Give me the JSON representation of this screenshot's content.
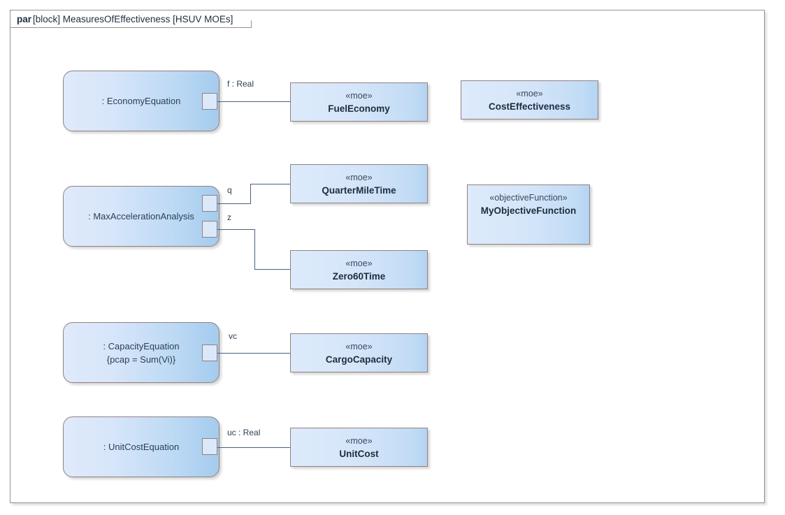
{
  "diagram": {
    "header": {
      "kind": "par",
      "rest": "[block] MeasuresOfEffectiveness [HSUV MOEs]"
    },
    "colors": {
      "frame_border": "#9c9090",
      "block_border": "#93807f",
      "connector": "#4a5f82",
      "text": "#2b3f54",
      "block_fill_light": "#dfeafb",
      "block_fill_dark": "#a4cbee"
    }
  },
  "constraint_blocks": [
    {
      "name": ": EconomyEquation",
      "constraint": ""
    },
    {
      "name": ": MaxAccelerationAnalysis",
      "constraint": ""
    },
    {
      "name": ": CapacityEquation",
      "constraint": "{pcap = Sum(Vi)}"
    },
    {
      "name": ": UnitCostEquation",
      "constraint": ""
    }
  ],
  "ports": [
    {
      "label": "f : Real"
    },
    {
      "label": "q"
    },
    {
      "label": "z"
    },
    {
      "label": "vc"
    },
    {
      "label": "uc : Real"
    }
  ],
  "moe_blocks": [
    {
      "stereotype": "«moe»",
      "name": "FuelEconomy"
    },
    {
      "stereotype": "«moe»",
      "name": "CostEffectiveness"
    },
    {
      "stereotype": "«moe»",
      "name": "QuarterMileTime"
    },
    {
      "stereotype": "«objectiveFunction»",
      "name": "MyObjectiveFunction"
    },
    {
      "stereotype": "«moe»",
      "name": "Zero60Time"
    },
    {
      "stereotype": "«moe»",
      "name": "CargoCapacity"
    },
    {
      "stereotype": "«moe»",
      "name": "UnitCost"
    }
  ]
}
